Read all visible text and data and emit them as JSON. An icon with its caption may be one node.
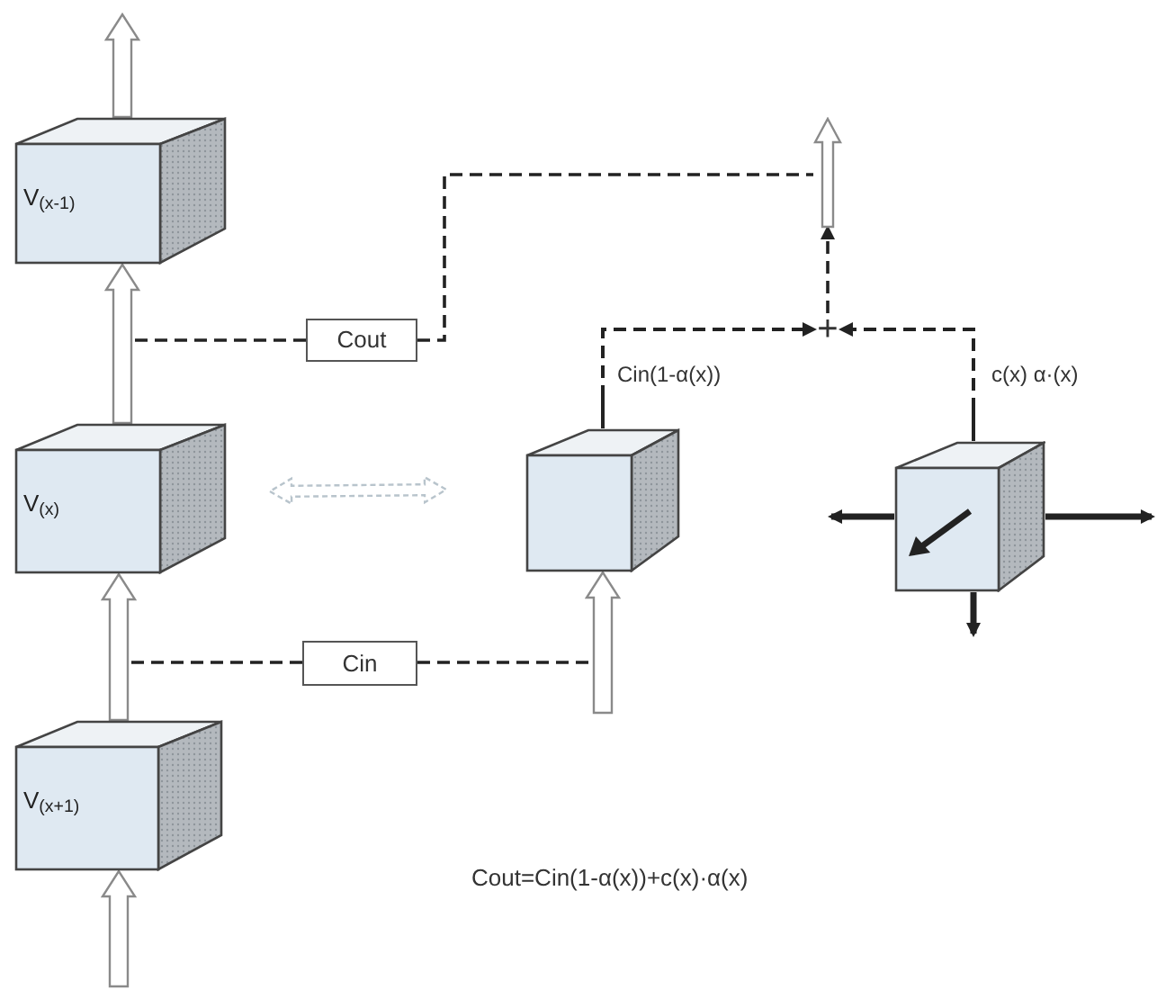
{
  "diagram": {
    "nodes": [
      {
        "text": [
          "V$_{(x-1)}$"
        ]
      },
      {
        "text": [],
        "shape": "arrow"
      },
      {
        "text": [
          "Cout"
        ]
      },
      {
        "text": [
          "+"
        ]
      },
      {
        "text": [
          "V$_{(x)}$"
        ]
      },
      {
        "text": [],
        "shape": "cube"
      },
      {
        "text": [],
        "shape": "cube"
      },
      {
        "text": [
          "Cin"
        ]
      },
      {
        "text": [
          "V$_{(x+1)}$"
        ]
      }
    ],
    "edges": [
      {
        "from": 0,
        "to": null,
        "arrow": "to"
      },
      {
        "from": 2,
        "to": null,
        "arrow": "none",
        "style": "dashed"
      },
      {
        "from": 2,
        "to": 1,
        "arrow": "none",
        "style": "dashed"
      },
      {
        "from": 4,
        "to": 0,
        "arrow": "to"
      },
      {
        "from": 3,
        "to": 1,
        "arrow": "to",
        "style": "dashed"
      },
      {
        "from": 5,
        "to": 3,
        "arrow": "to",
        "style": "dashed",
        "label": "Cin(1-α(x))"
      },
      {
        "from": 6,
        "to": 3,
        "arrow": "to",
        "style": "dashed",
        "label": "c(x) α·(x)"
      },
      {
        "from": 4,
        "to": 5,
        "arrow": "both",
        "style": "dashed",
        "color": "#b8c4cc"
      },
      {
        "from": 6,
        "to": null,
        "arrow": "to",
        "style": "thick"
      },
      {
        "from": 6,
        "to": null,
        "arrow": "to",
        "style": "thick"
      },
      {
        "from": 6,
        "to": null,
        "arrow": "to",
        "style": "thick"
      },
      {
        "from": 7,
        "to": null,
        "arrow": "none",
        "style": "dashed"
      },
      {
        "from": 7,
        "to": null,
        "arrow": "none",
        "style": "dashed"
      },
      {
        "from": null,
        "to": 5,
        "arrow": "to"
      },
      {
        "from": 8,
        "to": 4,
        "arrow": "to"
      },
      {
        "from": null,
        "to": 8,
        "arrow": "to"
      }
    ],
    "labels": [
      "Cout=Cin(1-α(x))+c(x)·α(x)"
    ]
  }
}
